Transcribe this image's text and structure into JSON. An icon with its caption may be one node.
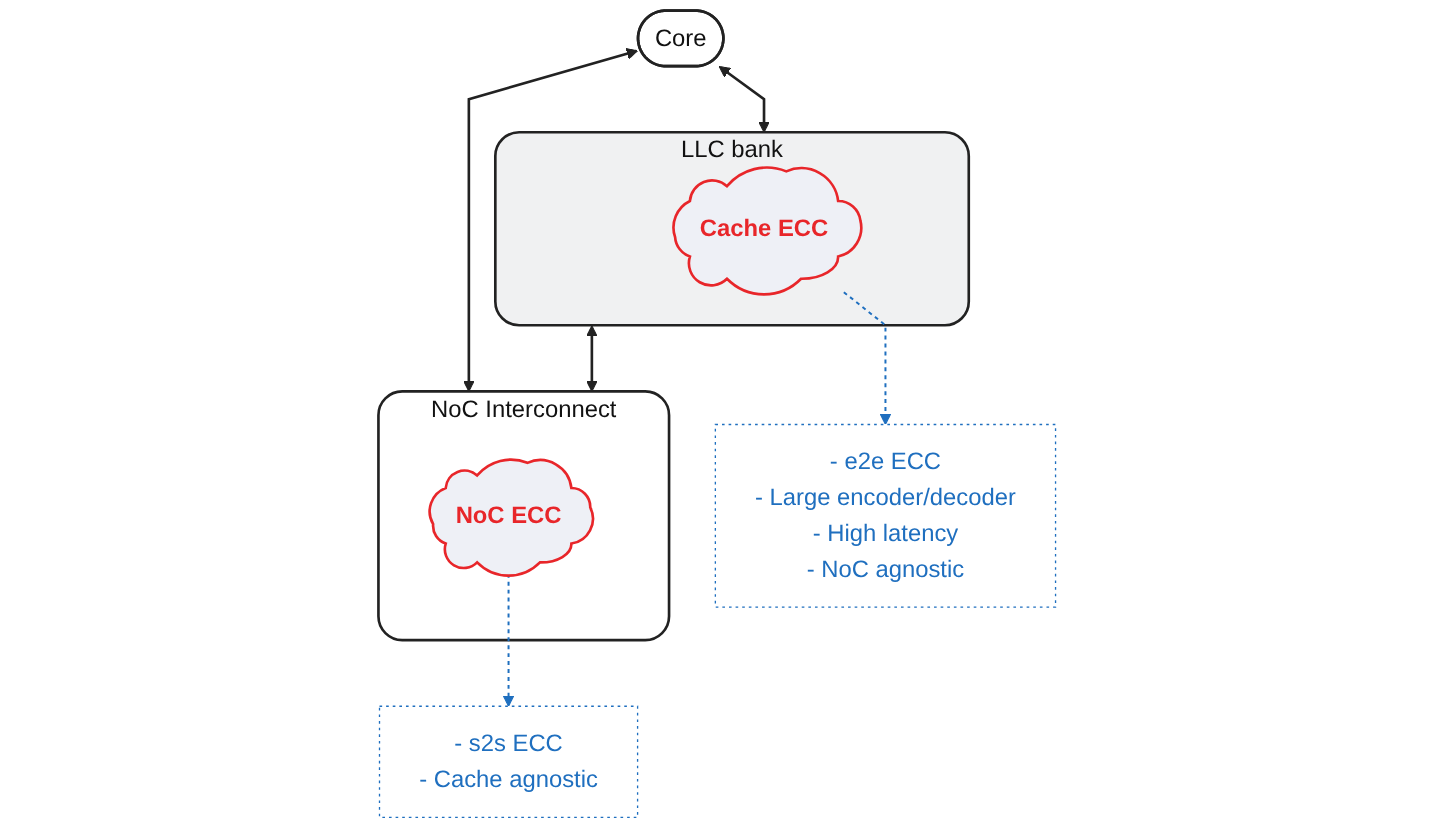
{
  "diagram": {
    "nodes": [
      {
        "text": [
          "LLC bank"
        ]
      },
      {
        "text": [
          "Cache ECC"
        ],
        "in": 0
      },
      {
        "text": [
          "- e2e ECC",
          "- Large encoder/decoder",
          "- High latency",
          "- NoC agnostic"
        ]
      },
      {
        "text": [
          "Core"
        ]
      },
      {
        "text": [
          "NoC Interconnect"
        ]
      },
      {
        "text": [
          "NoC ECC"
        ],
        "in": 4
      },
      {
        "text": [
          "- s2s ECC",
          "- Cache agnostic"
        ]
      }
    ],
    "edges": [
      {
        "from": 3,
        "to": 0,
        "arrow": "both"
      },
      {
        "from": 3,
        "to": 4,
        "arrow": "both"
      },
      {
        "from": 0,
        "to": 4,
        "arrow": "both"
      },
      {
        "from": 1,
        "to": 2,
        "arrow": "to",
        "style": "dashed",
        "color": "#1f6fbf"
      },
      {
        "from": 5,
        "to": 6,
        "arrow": "to",
        "style": "dashed",
        "color": "#1f6fbf"
      }
    ]
  }
}
